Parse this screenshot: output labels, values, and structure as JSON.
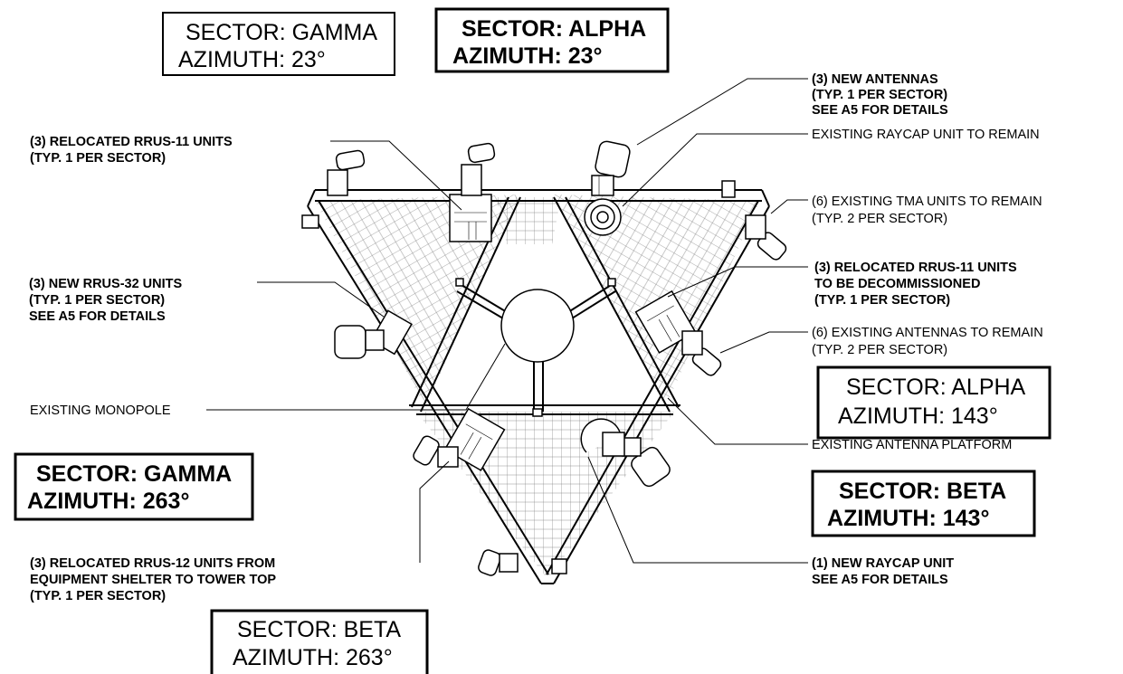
{
  "sector_boxes": [
    {
      "line1": "SECTOR: GAMMA",
      "line2": "AZIMUTH: 23°"
    },
    {
      "line1": "SECTOR: ALPHA",
      "line2": "AZIMUTH: 23°"
    },
    {
      "line1": "SECTOR: ALPHA",
      "line2": "AZIMUTH: 143°"
    },
    {
      "line1": "SECTOR: GAMMA",
      "line2": "AZIMUTH: 263°"
    },
    {
      "line1": "SECTOR: BETA",
      "line2": "AZIMUTH: 143°"
    },
    {
      "line1": "SECTOR: BETA",
      "line2": "AZIMUTH: 263°"
    }
  ],
  "callouts": {
    "new_antennas": [
      "(3) NEW ANTENNAS",
      "(TYP. 1 PER SECTOR)",
      "SEE A5 FOR DETAILS"
    ],
    "raycap_existing": [
      "EXISTING RAYCAP UNIT TO REMAIN"
    ],
    "tma_existing": [
      "(6) EXISTING TMA UNITS TO REMAIN",
      "(TYP. 2 PER SECTOR)"
    ],
    "rrus11_decom": [
      "(3) RELOCATED RRUS-11 UNITS",
      "TO BE DECOMMISSIONED",
      "(TYP. 1 PER SECTOR)"
    ],
    "antennas_existing": [
      "(6) EXISTING ANTENNAS TO REMAIN",
      "(TYP. 2 PER SECTOR)"
    ],
    "platform_existing": [
      "EXISTING ANTENNA PLATFORM"
    ],
    "raycap_new": [
      "(1) NEW RAYCAP UNIT",
      "SEE A5 FOR DETAILS"
    ],
    "rrus11_relocated": [
      "(3) RELOCATED RRUS-11 UNITS",
      "(TYP. 1 PER SECTOR)"
    ],
    "rrus32_new": [
      "(3) NEW RRUS-32 UNITS",
      "(TYP. 1 PER SECTOR)",
      "SEE A5 FOR DETAILS"
    ],
    "monopole_existing": [
      "EXISTING MONOPOLE"
    ],
    "rrus12_relocated": [
      "(3) RELOCATED RRUS-12 UNITS FROM",
      "EQUIPMENT SHELTER TO TOWER TOP",
      "(TYP. 1 PER SECTOR)"
    ]
  }
}
